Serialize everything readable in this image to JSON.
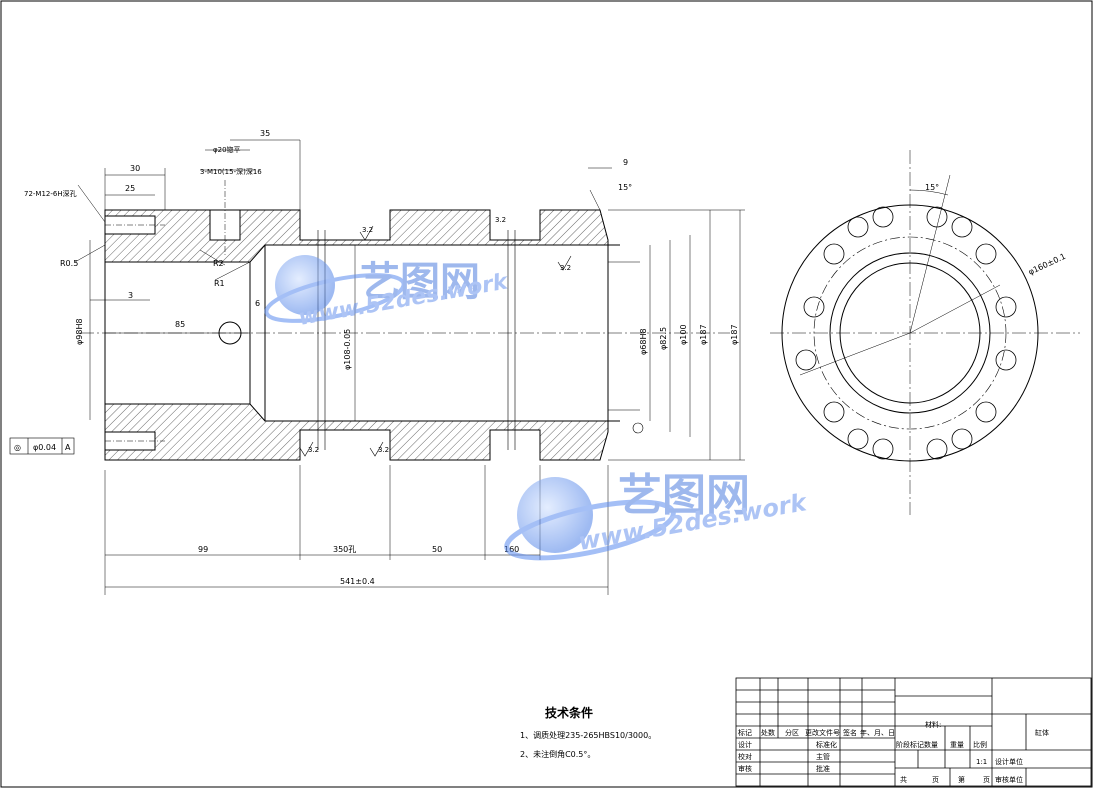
{
  "drawing": {
    "dimensions": {
      "d35": "35",
      "d30": "30",
      "d25": "25",
      "d9": "9",
      "a15": "15°",
      "a15b": "15°",
      "thread_label": "72-M12-6H深孔",
      "bolt_label": "φ20锪平",
      "bolt_label2": "3-M10(15-深)深16",
      "r05": "R0.5",
      "r2": "R2",
      "r1": "R1",
      "d3": "3",
      "d85": "85",
      "d6": "6",
      "d99": "99",
      "d350": "350孔",
      "d50": "50",
      "d160": "160",
      "total": "541±0.4",
      "dia_left": "φ98H8",
      "dia_bore": "φ108-0.05",
      "dia_bore2": "φ68H8",
      "dia_a": "φ82.5",
      "dia_100": "φ100",
      "dia_187": "φ187",
      "dia_187b": "φ187",
      "dia_pcd": "φ160±0.1",
      "rough1": "3.2",
      "rough2": "3.2",
      "rough3": "3.2",
      "rough4": "3.2",
      "rough5": "3.2",
      "tol_frame_sym": "◎",
      "tol_frame_val": "φ0.04",
      "tol_frame_ref": "A"
    },
    "notes": {
      "title": "技术条件",
      "line1": "1、调质处理235-265HBS10/3000。",
      "line2": "2、未注倒角C0.5°。"
    }
  },
  "title_block": {
    "c_biaoji": "标记",
    "c_chushu": "处数",
    "c_fenqu": "分区",
    "c_gengai": "更改文件号",
    "c_qianming": "签名",
    "c_nianyueri": "年、月、日",
    "c_cailiao": "材料:",
    "c_sheji": "设计",
    "c_biaozhunhua": "标准化",
    "c_jieduan": "阶段标记",
    "c_shuliang": "数量",
    "c_zhongliang": "重量",
    "c_bili": "比例",
    "c_jiaodui": "校对",
    "c_zhuguan": "主管",
    "c_shenhe": "审核",
    "c_pizhun": "批准",
    "c_scale": "1:1",
    "c_shejidanwei": "设计单位",
    "c_gong": "共",
    "c_zhang": "页",
    "c_di": "第",
    "c_ye": "页",
    "c_shendanwei": "审核单位",
    "c_partname": "缸体"
  },
  "watermark": {
    "brand1": "艺图网",
    "url1": "www.52des.work",
    "brand2": "艺图网",
    "url2": "www.52des.work"
  }
}
